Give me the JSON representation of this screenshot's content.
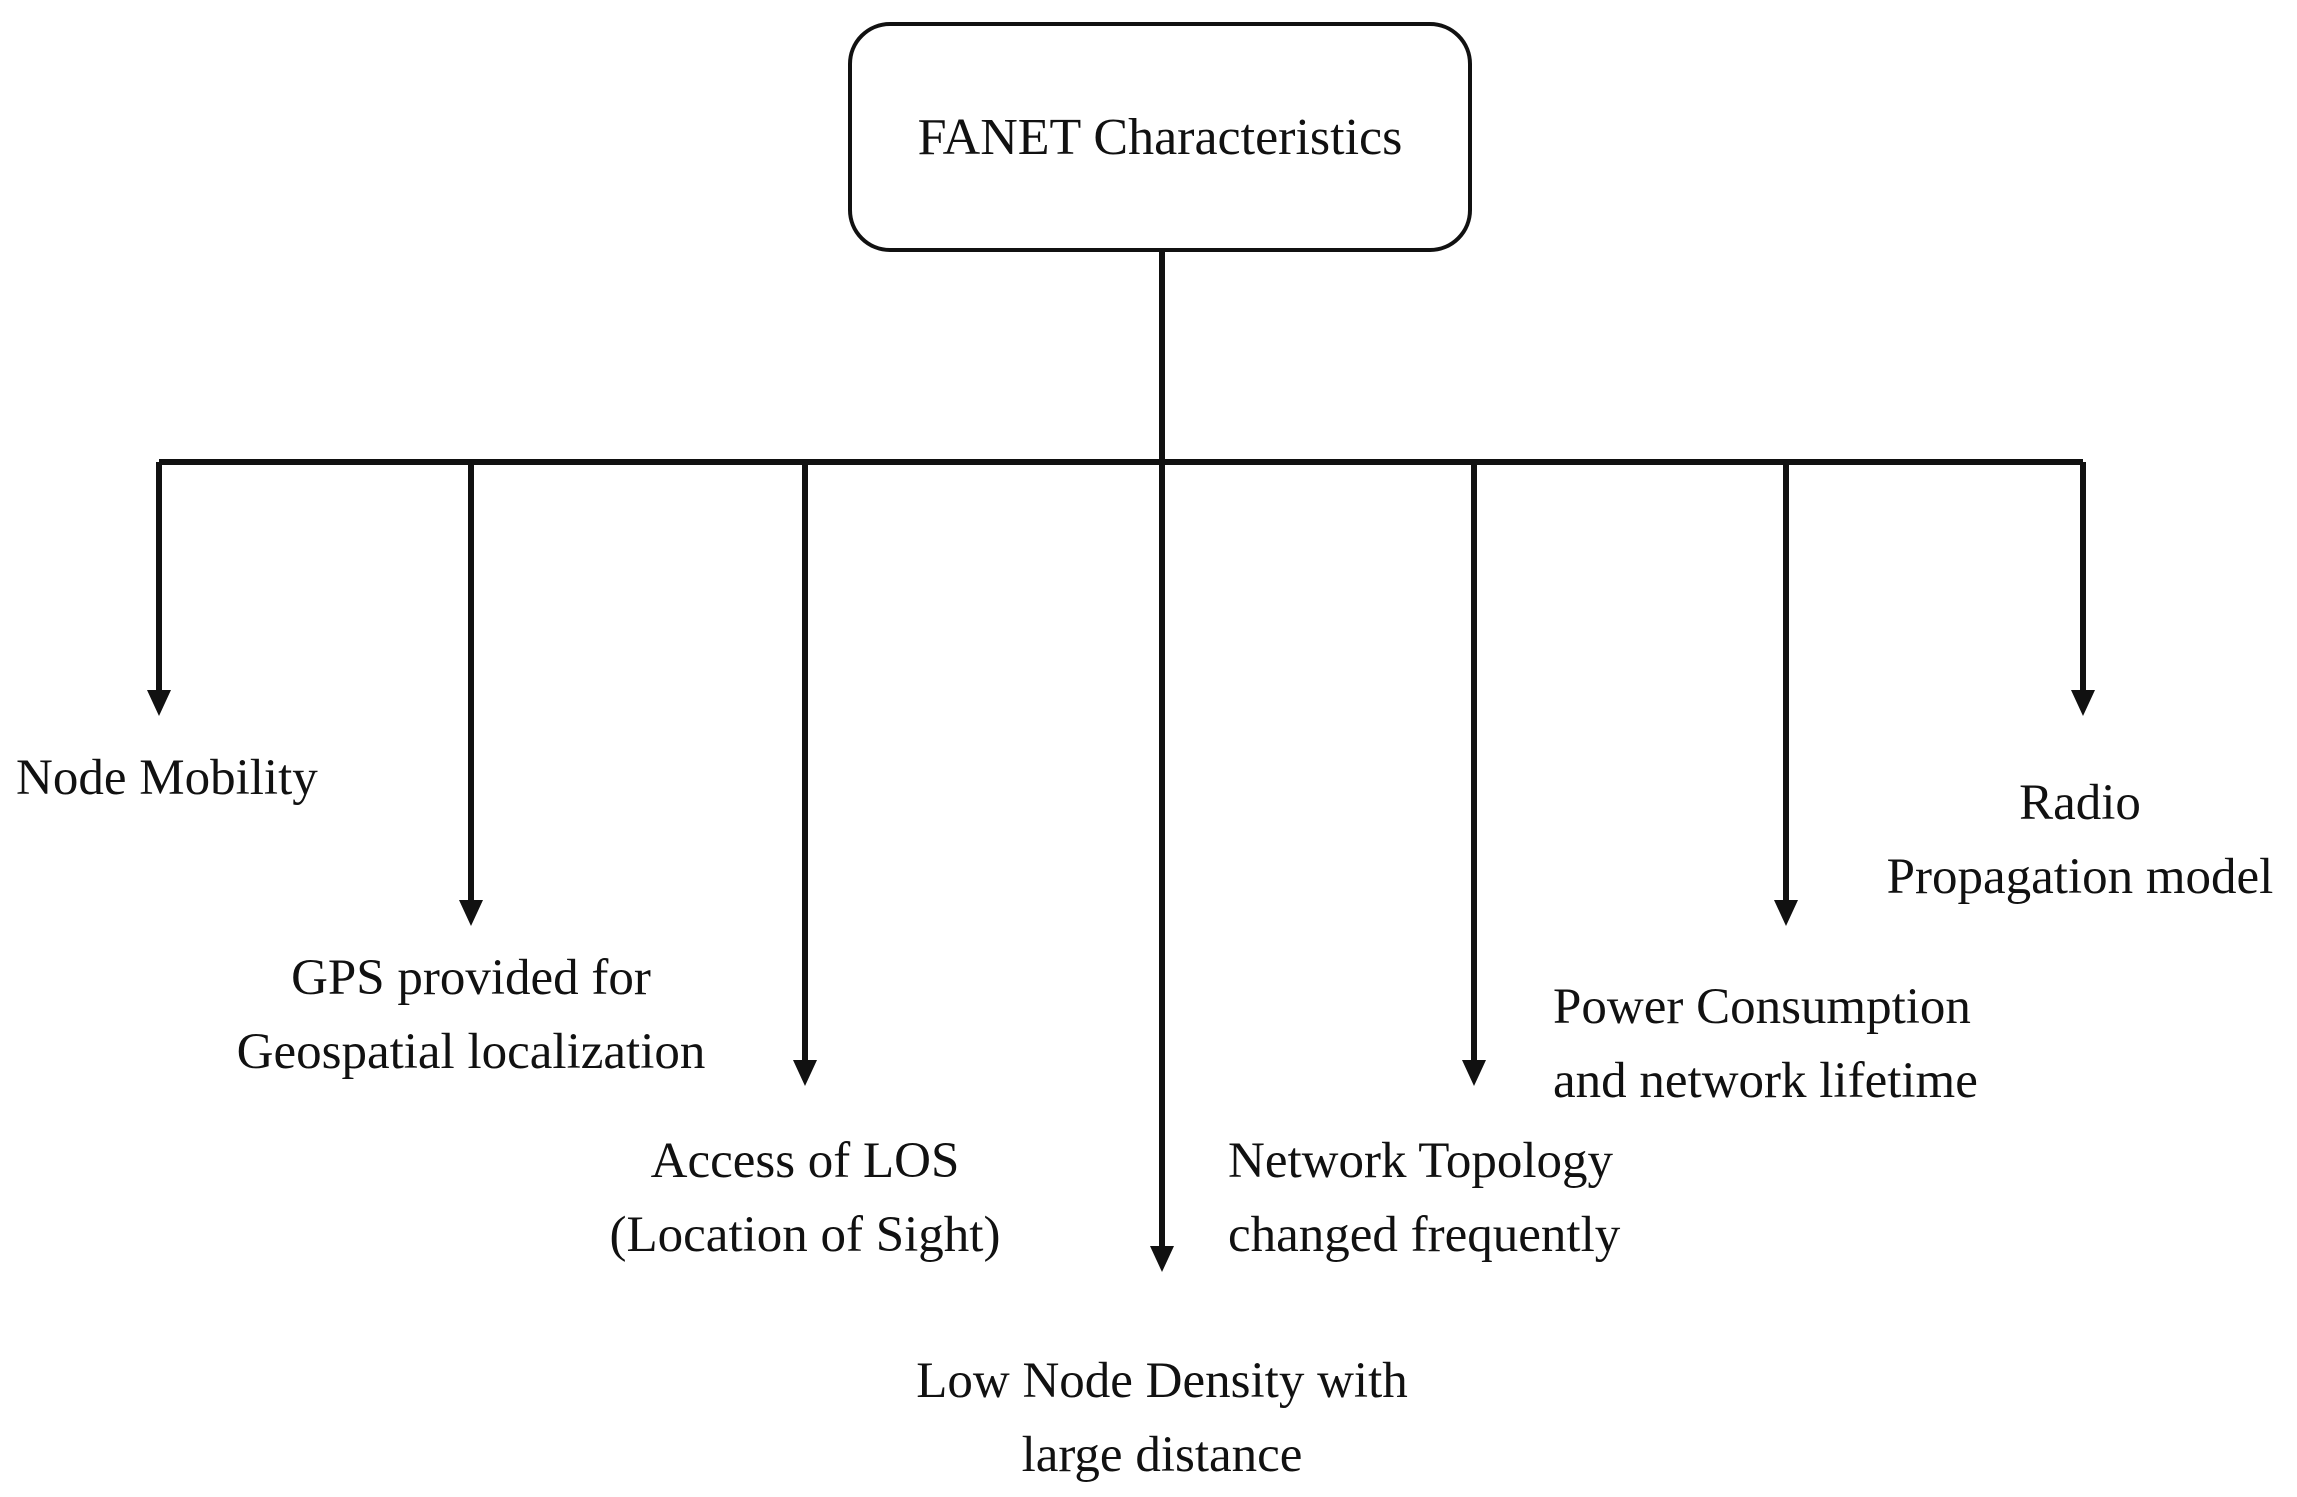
{
  "root": {
    "label": "FANET Characteristics"
  },
  "children": [
    {
      "lines": [
        "Node Mobility"
      ]
    },
    {
      "lines": [
        "GPS provided for",
        "Geospatial localization"
      ]
    },
    {
      "lines": [
        "Access of LOS",
        "(Location of Sight)"
      ]
    },
    {
      "lines": [
        "Low Node Density with",
        "large distance"
      ]
    },
    {
      "lines": [
        "Network Topology",
        "changed frequently"
      ]
    },
    {
      "lines": [
        "Power Consumption",
        "and network lifetime"
      ]
    },
    {
      "lines": [
        "Radio",
        "Propagation model"
      ]
    }
  ],
  "colors": {
    "line": "#111111",
    "background": "#ffffff"
  }
}
